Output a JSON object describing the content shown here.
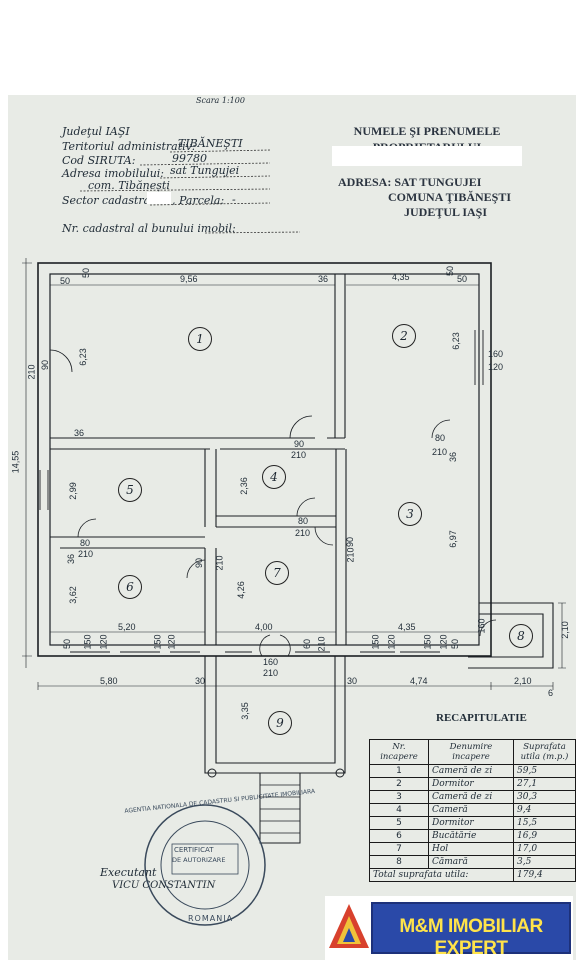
{
  "header": {
    "scale_top": "Scara 1:100",
    "judet": "Judeţul IAŞI",
    "teritoriu_label": "Teritoriul administrativ:",
    "teritoriu_value": "TIBĂNEŞTI",
    "cod_siruta_label": "Cod SIRUTA:",
    "cod_siruta_value": "99780",
    "adresa_label": "Adresa imobilului:",
    "adresa_value_1": "sat Tungujei",
    "adresa_value_2": "com. Tibănești",
    "sector_label": "Sector cadastral:",
    "parcela_label": ", Parcela:",
    "parcela_value": "-",
    "nr_cad_label": "Nr. cadastral al bunului imobil:"
  },
  "owner": {
    "title_1": "NUMELE ŞI PRENUMELE",
    "title_2": "PROPRIETARULUI",
    "adresa_1": "ADRESA: SAT TUNGUJEI",
    "adresa_2": "COMUNA ŢIBĂNEŞTI",
    "adresa_3": "JUDEŢUL IAŞI"
  },
  "plan": {
    "rooms": [
      "1",
      "2",
      "3",
      "4",
      "5",
      "6",
      "7",
      "8",
      "9"
    ],
    "dims": {
      "d_9_56": "9,56",
      "d_4_35_top": "4,35",
      "d_6_23a": "6,23",
      "d_6_23b": "6,23",
      "d_14_55": "14,55",
      "d_2_99": "2,99",
      "d_2_36": "2,36",
      "d_3_62": "3,62",
      "d_4_26": "4,26",
      "d_6_97": "6,97",
      "d_5_20": "5,20",
      "d_4_00": "4,00",
      "d_4_35_bot": "4,35",
      "d_5_80": "5,80",
      "d_4_74": "4,74",
      "d_2_10_bot": "2,10",
      "d_2_10_side": "2,10",
      "d_3_35": "3,35",
      "t50": "50",
      "t36": "36",
      "t30": "30",
      "t80": "80",
      "t90": "90",
      "t210": "210",
      "t160": "160",
      "t120": "120",
      "t150": "150",
      "t60": "60",
      "t6": "6"
    }
  },
  "recap": {
    "title": "RECAPITULATIE",
    "col_nr": "Nr. incapere",
    "col_den": "Denumire incapere",
    "col_supr": "Suprafata utila (m.p.)",
    "rows": [
      {
        "nr": "1",
        "den": "Cameră de zi",
        "supr": "59,5"
      },
      {
        "nr": "2",
        "den": "Dormitor",
        "supr": "27,1"
      },
      {
        "nr": "3",
        "den": "Cameră de zi",
        "supr": "30,3"
      },
      {
        "nr": "4",
        "den": "Cameră",
        "supr": "9,4"
      },
      {
        "nr": "5",
        "den": "Dormitor",
        "supr": "15,5"
      },
      {
        "nr": "6",
        "den": "Bucătărie",
        "supr": "16,9"
      },
      {
        "nr": "7",
        "den": "Hol",
        "supr": "17,0"
      },
      {
        "nr": "8",
        "den": "Cămară",
        "supr": "3,5"
      }
    ],
    "total_label": "Total suprafata utila:",
    "total_value": "179,4"
  },
  "footer": {
    "executant": "Executant",
    "executant_name": "VICU CONSTANTIN",
    "stamp_top": "AGENTIA NATIONALA DE CADASTRU SI PUBLICITATE IMOBILIARA",
    "stamp_center_1": "CERTIFICAT",
    "stamp_center_2": "DE AUTORIZARE",
    "stamp_bottom": "ROMANIA"
  },
  "logo": {
    "text": "M&M IMOBILIAR EXPERT"
  }
}
